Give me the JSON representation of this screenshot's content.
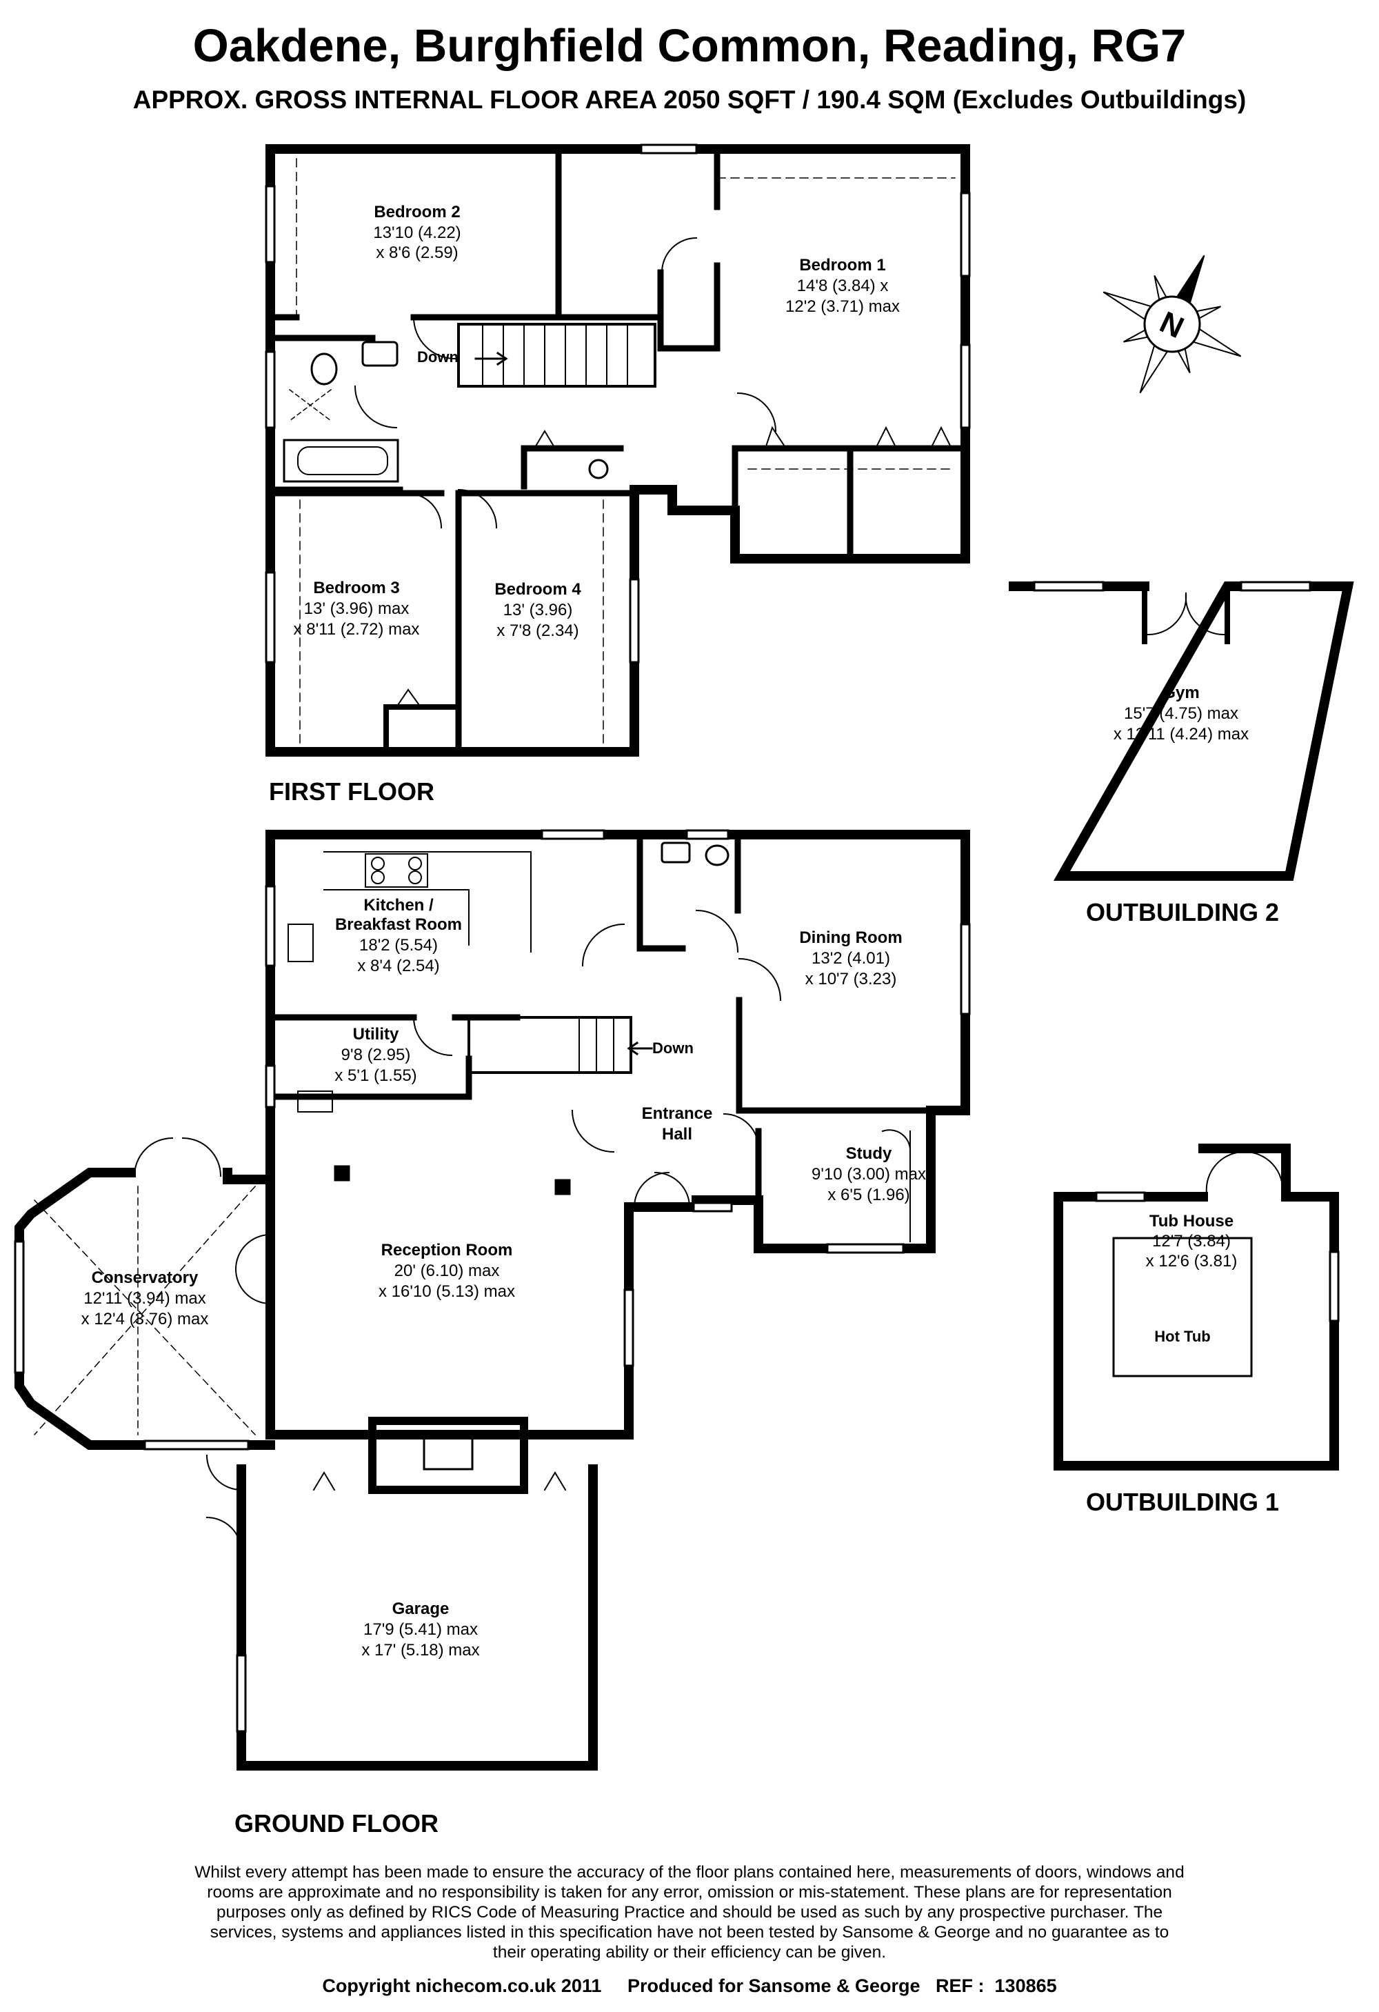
{
  "header": {
    "title": "Oakdene, Burghfield Common, Reading, RG7",
    "subtitle": "APPROX. GROSS INTERNAL FLOOR AREA 2050 SQFT / 190.4 SQM (Excludes Outbuildings)"
  },
  "floors": {
    "first": "FIRST FLOOR",
    "ground": "GROUND FLOOR",
    "outbuilding2": "OUTBUILDING 2",
    "outbuilding1": "OUTBUILDING 1"
  },
  "rooms": {
    "bedroom2": {
      "name": "Bedroom 2",
      "dims": [
        "13'10 (4.22)",
        "x 8'6 (2.59)"
      ]
    },
    "bedroom1": {
      "name": "Bedroom 1",
      "dims": [
        "14'8 (3.84) x",
        "12'2 (3.71) max"
      ]
    },
    "bedroom3": {
      "name": "Bedroom 3",
      "dims": [
        "13' (3.96) max",
        "x 8'11 (2.72) max"
      ]
    },
    "bedroom4": {
      "name": "Bedroom 4",
      "dims": [
        "13' (3.96)",
        "x 7'8 (2.34)"
      ]
    },
    "gym": {
      "name": "Gym",
      "dims": [
        "15'7 (4.75) max",
        "x 13'11 (4.24) max"
      ]
    },
    "kitchen": {
      "name": [
        "Kitchen /",
        "Breakfast Room"
      ],
      "dims": [
        "18'2 (5.54)",
        "x 8'4 (2.54)"
      ]
    },
    "dining": {
      "name": "Dining Room",
      "dims": [
        "13'2 (4.01)",
        "x 10'7 (3.23)"
      ]
    },
    "utility": {
      "name": "Utility",
      "dims": [
        "9'8 (2.95)",
        "x 5'1 (1.55)"
      ]
    },
    "entrance": {
      "name": [
        "Entrance",
        "Hall"
      ]
    },
    "study": {
      "name": "Study",
      "dims": [
        "9'10 (3.00) max",
        "x 6'5 (1.96)"
      ]
    },
    "tubhouse": {
      "name": "Tub House",
      "dims": [
        "12'7 (3.84)",
        "x 12'6 (3.81)"
      ]
    },
    "hottub": {
      "name": "Hot Tub"
    },
    "conservatory": {
      "name": "Conservatory",
      "dims": [
        "12'11 (3.94) max",
        "x 12'4 (3.76) max"
      ]
    },
    "reception": {
      "name": "Reception Room",
      "dims": [
        "20' (6.10) max",
        "x 16'10 (5.13) max"
      ]
    },
    "garage": {
      "name": "Garage",
      "dims": [
        "17'9 (5.41) max",
        "x 17' (5.18) max"
      ]
    }
  },
  "stairs": {
    "first": "Down",
    "ground": "Down"
  },
  "compass": {
    "letter": "N"
  },
  "disclaimer": [
    "Whilst every attempt has been made to ensure the accuracy of the floor plans contained here, measurements of doors, windows and",
    "rooms are approximate and no responsibility is taken for any error, omission or mis-statement.  These plans are for representation",
    "purposes only as defined by RICS Code of Measuring Practice and should be used as such by any prospective purchaser.  The",
    "services, systems and appliances listed in this specification have not been tested by Sansome & George and no guarantee as to",
    "their operating ability or their efficiency can be given."
  ],
  "footer": "Copyright nichecom.co.uk 2011     Produced for Sansome & George   REF :  130865"
}
